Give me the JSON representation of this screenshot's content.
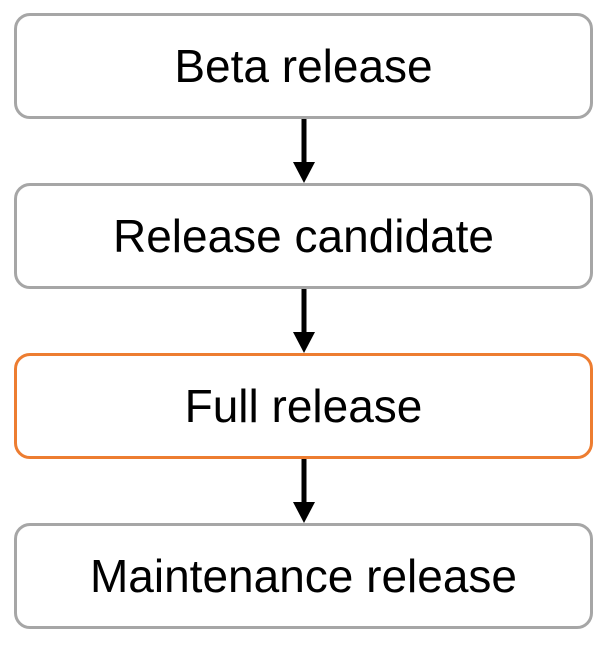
{
  "diagram": {
    "type": "flowchart",
    "direction": "top-down",
    "nodes": [
      {
        "id": "beta-release",
        "label": "Beta release",
        "border_color": "#A6A6A6",
        "highlighted": false
      },
      {
        "id": "release-candidate",
        "label": "Release candidate",
        "border_color": "#A6A6A6",
        "highlighted": false
      },
      {
        "id": "full-release",
        "label": "Full release",
        "border_color": "#ED7D31",
        "highlighted": true
      },
      {
        "id": "maintenance-release",
        "label": "Maintenance release",
        "border_color": "#A6A6A6",
        "highlighted": false
      }
    ],
    "edges": [
      {
        "from": "Beta release",
        "to": "Release candidate"
      },
      {
        "from": "Release candidate",
        "to": "Full release"
      },
      {
        "from": "Full release",
        "to": "Maintenance release"
      }
    ],
    "arrow_color": "#000000",
    "colors": {
      "background": "#FFFFFF",
      "node_fill": "#FFFFFF",
      "text": "#000000",
      "default_border": "#A6A6A6",
      "highlight_border": "#ED7D31"
    }
  }
}
